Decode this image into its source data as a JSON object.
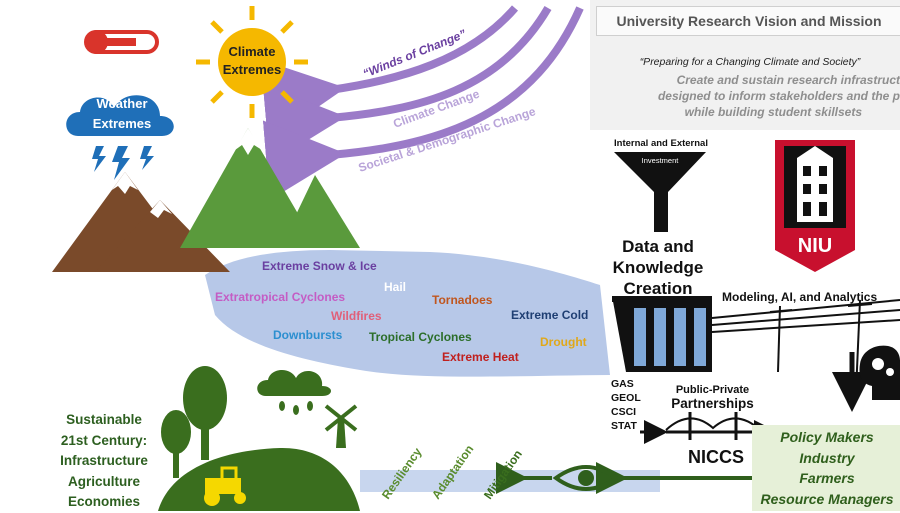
{
  "panel": {
    "title": "University Research Vision and Mission",
    "quote": "“Preparing for a Changing Climate and Society”",
    "lines": [
      "Create and sustain research infrastruct",
      "designed to inform stakeholders and the p",
      "while building student skillsets"
    ]
  },
  "top_left": {
    "climate_extremes": [
      "Climate",
      "Extremes"
    ],
    "weather_extremes": [
      "Weather",
      "Extremes"
    ]
  },
  "drivers": [
    "“Winds of Change”",
    "Climate Change",
    "Societal & Demographic Change"
  ],
  "hazards": [
    {
      "label": "Extreme Snow & Ice",
      "color": "#6a3fa0"
    },
    {
      "label": "Hail",
      "color": "#ffffff"
    },
    {
      "label": "Extratropical Cyclones",
      "color": "#c45cc4"
    },
    {
      "label": "Tornadoes",
      "color": "#c0561e"
    },
    {
      "label": "Wildfires",
      "color": "#e0607a"
    },
    {
      "label": "Extreme Cold",
      "color": "#1f3f73"
    },
    {
      "label": "Downbursts",
      "color": "#2c8fd0"
    },
    {
      "label": "Tropical Cyclones",
      "color": "#2c6e2a"
    },
    {
      "label": "Drought",
      "color": "#e0a81a"
    },
    {
      "label": "Extreme Heat",
      "color": "#c0201e"
    }
  ],
  "investment": {
    "label": "Internal and External",
    "funnel_text": "Investment"
  },
  "dkc": [
    "Data and",
    "Knowledge",
    "Creation"
  ],
  "modeling": "Modeling, AI, and Analytics",
  "niu": "NIU",
  "departments": [
    "GAS",
    "GEOL",
    "CSCI",
    "STAT"
  ],
  "partnerships": [
    "Public-Private",
    "Partnerships"
  ],
  "niccs": "NICCS",
  "stakeholders": [
    "Policy Makers",
    "Industry",
    "Farmers",
    "Resource Managers"
  ],
  "outcomes": [
    "Resiliency",
    "Adaptation",
    "Mitigation"
  ],
  "sustainable": [
    "Sustainable",
    "21st Century:",
    "Infrastructure",
    "Agriculture",
    "Economies"
  ],
  "colors": {
    "river": "#b7c8e8",
    "purple_arrow": "#9b7bc8",
    "mountain_green": "#5a9a3c",
    "mountain_brown": "#7a4a2a",
    "stakeholder_green": "#2f5f1c",
    "niu_red": "#c8102e"
  },
  "icons": [
    "thermometer-icon",
    "sun-icon",
    "cloud-icon",
    "lightning-icon",
    "funnel-icon",
    "dam-icon",
    "power-line-icon",
    "head-gears-icon",
    "bridge-icon",
    "eye-icon",
    "tree-icon",
    "tractor-icon",
    "windmill-icon",
    "rain-cloud-icon"
  ]
}
